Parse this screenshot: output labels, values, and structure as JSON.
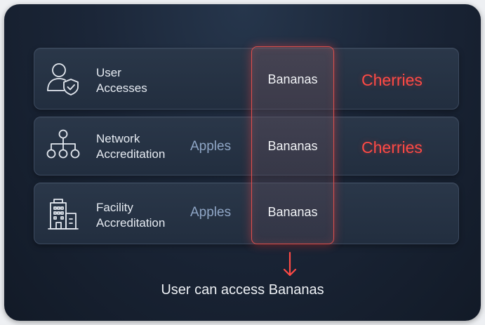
{
  "rows": [
    {
      "label_line1": "User",
      "label_line2": "Accesses",
      "icon": "user-shield-icon",
      "apples": "",
      "bananas": "Bananas",
      "cherries": "Cherries"
    },
    {
      "label_line1": "Network",
      "label_line2": "Accreditation",
      "icon": "network-hierarchy-icon",
      "apples": "Apples",
      "bananas": "Bananas",
      "cherries": "Cherries"
    },
    {
      "label_line1": "Facility",
      "label_line2": "Accreditation",
      "icon": "building-icon",
      "apples": "Apples",
      "bananas": "Bananas",
      "cherries": ""
    }
  ],
  "caption": "User can access Bananas",
  "colors": {
    "cherries": "#ff4a45",
    "highlight": "#e0504c",
    "apples": "#8fa6c6",
    "background": "#1b2638"
  }
}
